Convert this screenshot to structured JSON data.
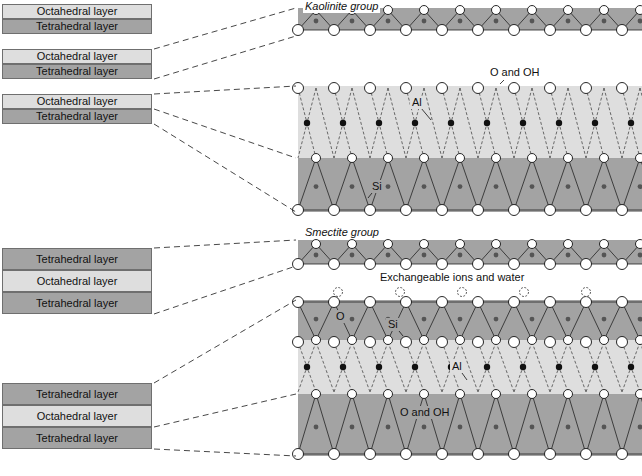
{
  "diagram": {
    "nodes": [
      {
        "text": [
          "Octahedral layer"
        ]
      },
      {
        "text": [
          "Tetrahedral layer"
        ]
      },
      {
        "text": [
          "Octahedral layer"
        ]
      },
      {
        "text": [
          "Tetrahedral layer"
        ]
      },
      {
        "text": [
          "Octahedral layer"
        ]
      },
      {
        "text": [
          "Tetrahedral layer"
        ]
      },
      {
        "text": [
          "Tetrahedral layer"
        ]
      },
      {
        "text": [
          "Octahedral layer"
        ]
      },
      {
        "text": [
          "Tetrahedral layer"
        ]
      },
      {
        "text": [
          "Tetrahedral layer"
        ]
      },
      {
        "text": [
          "Octahedral layer"
        ]
      },
      {
        "text": [
          "Tetrahedral layer"
        ]
      }
    ],
    "labels": [
      "Kaolinite group",
      "Al",
      "O and OH",
      "Si",
      "Smectite group",
      "Exchangeable ions and water",
      "O",
      "Si",
      "Al",
      "O and OH"
    ]
  }
}
